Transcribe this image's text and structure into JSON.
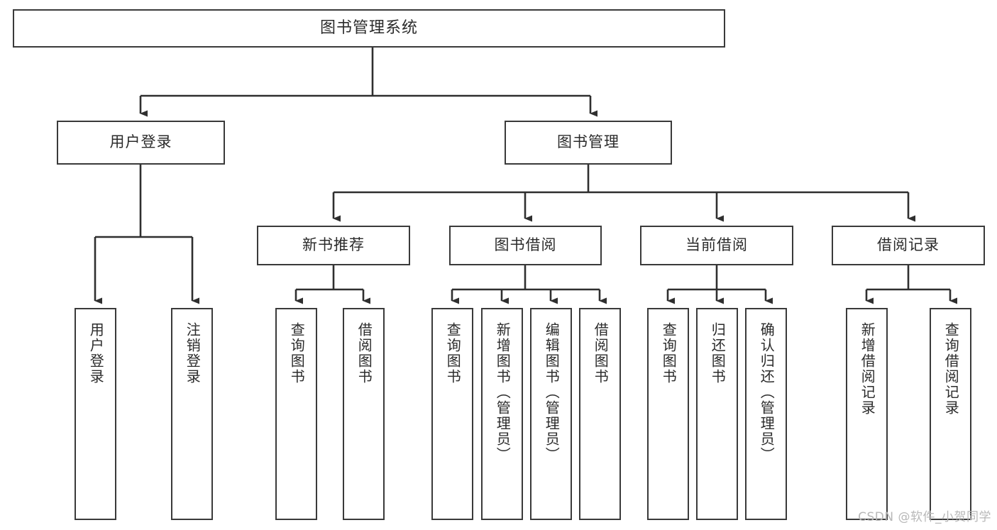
{
  "diagram": {
    "type": "tree",
    "title": "图书管理系统",
    "stroke_color": "#3a3a3a",
    "text_color": "#2b2b2b",
    "background": "#ffffff",
    "root": {
      "label": "图书管理系统"
    },
    "level2": [
      {
        "label": "用户登录"
      },
      {
        "label": "图书管理"
      }
    ],
    "level3": [
      {
        "label": "新书推荐"
      },
      {
        "label": "图书借阅"
      },
      {
        "label": "当前借阅"
      },
      {
        "label": "借阅记录"
      }
    ],
    "leaves": {
      "user_login": [
        {
          "label": "用户登录"
        },
        {
          "label": "注销登录"
        }
      ],
      "new_book": [
        {
          "label": "查询图书"
        },
        {
          "label": "借阅图书"
        }
      ],
      "borrow_book": [
        {
          "label": "查询图书"
        },
        {
          "label": "新增图书（管理员）"
        },
        {
          "label": "编辑图书（管理员）"
        },
        {
          "label": "借阅图书"
        }
      ],
      "current_borrow": [
        {
          "label": "查询图书"
        },
        {
          "label": "归还图书"
        },
        {
          "label": "确认归还（管理员）"
        }
      ],
      "borrow_record": [
        {
          "label": "新增借阅记录"
        },
        {
          "label": "查询借阅记录"
        }
      ]
    }
  },
  "watermark": {
    "text": "CSDN @软件_小贺同学"
  }
}
